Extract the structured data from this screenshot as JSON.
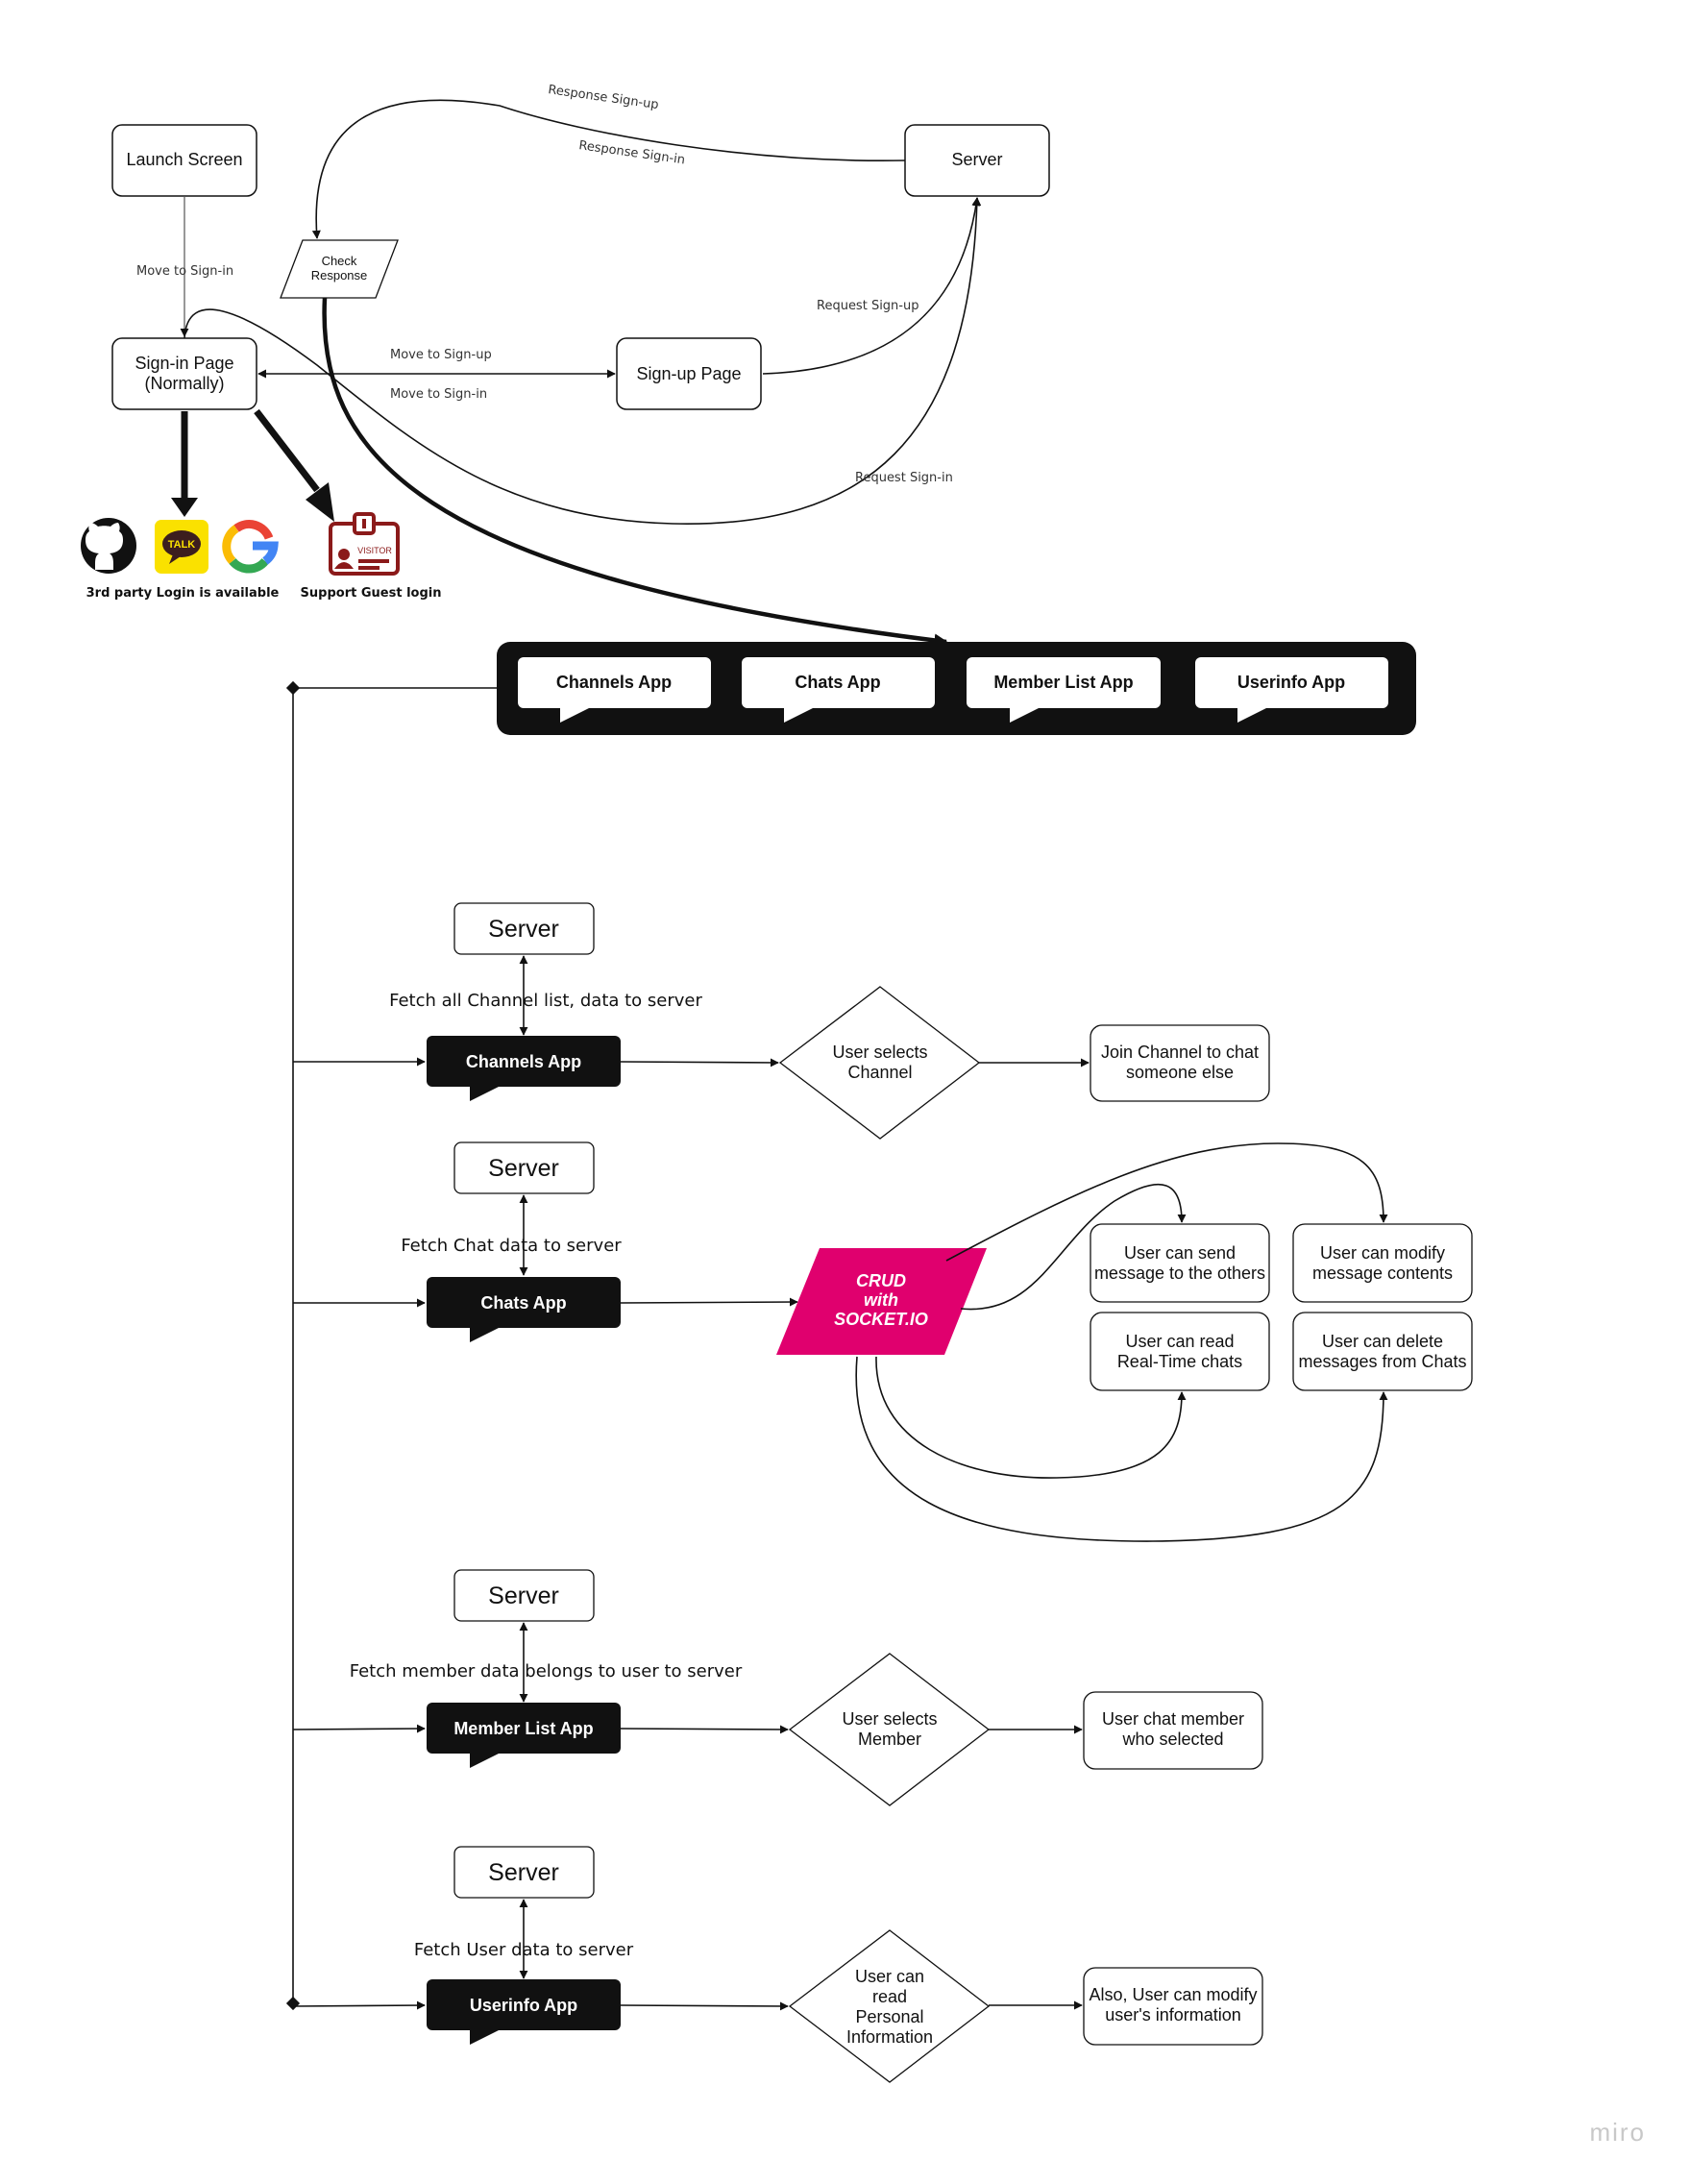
{
  "top_flow": {
    "launch_screen": "Launch Screen",
    "server": "Server",
    "check_response": [
      "Check",
      "Response"
    ],
    "signin_page": [
      "Sign-in Page",
      "(Normally)"
    ],
    "signup_page": "Sign-up Page",
    "labels": {
      "move_to_signin_launch": "Move to Sign-in",
      "move_to_signup": "Move to Sign-up",
      "move_to_signin": "Move to Sign-in",
      "response_signup": "Response Sign-up",
      "response_signin": "Response Sign-in",
      "request_signup": "Request Sign-up",
      "request_signin": "Request Sign-in"
    },
    "third_party_caption": "3rd party Login is available",
    "guest_caption": "Support Guest login",
    "kakao_badge": "TALK",
    "visitor_badge": "VISITOR"
  },
  "apps_bar": {
    "tabs": [
      "Channels App",
      "Chats App",
      "Member List App",
      "Userinfo App"
    ]
  },
  "sections": {
    "channels": {
      "server": "Server",
      "fetch": "Fetch all Channel list, data to server",
      "app": "Channels App",
      "decision": [
        "User selects",
        "Channel"
      ],
      "result": [
        "Join Channel to chat",
        "someone else"
      ]
    },
    "chats": {
      "server": "Server",
      "fetch": "Fetch Chat data to server",
      "app": "Chats App",
      "crud": [
        "CRUD",
        "with",
        "SOCKET.IO"
      ],
      "send": [
        "User can send",
        "message to the others"
      ],
      "modify": [
        "User can modify",
        "message contents"
      ],
      "read": [
        "User can read",
        "Real-Time chats"
      ],
      "delete": [
        "User can delete",
        "messages from Chats"
      ]
    },
    "members": {
      "server": "Server",
      "fetch": "Fetch member data belongs to user to server",
      "app": "Member List App",
      "decision": [
        "User selects",
        "Member"
      ],
      "result": [
        "User chat member",
        "who selected"
      ]
    },
    "userinfo": {
      "server": "Server",
      "fetch": "Fetch User data to server",
      "app": "Userinfo App",
      "decision": [
        "User can",
        "read",
        "Personal",
        "Information"
      ],
      "result": [
        "Also, User can modify",
        "user's information"
      ]
    }
  },
  "watermark": "miro",
  "colors": {
    "ink": "#111111",
    "crud_fill": "#e0006e",
    "kakao_yellow": "#fae100",
    "visitor_red": "#8b1a1a",
    "watermark": "#c8c8c8"
  }
}
